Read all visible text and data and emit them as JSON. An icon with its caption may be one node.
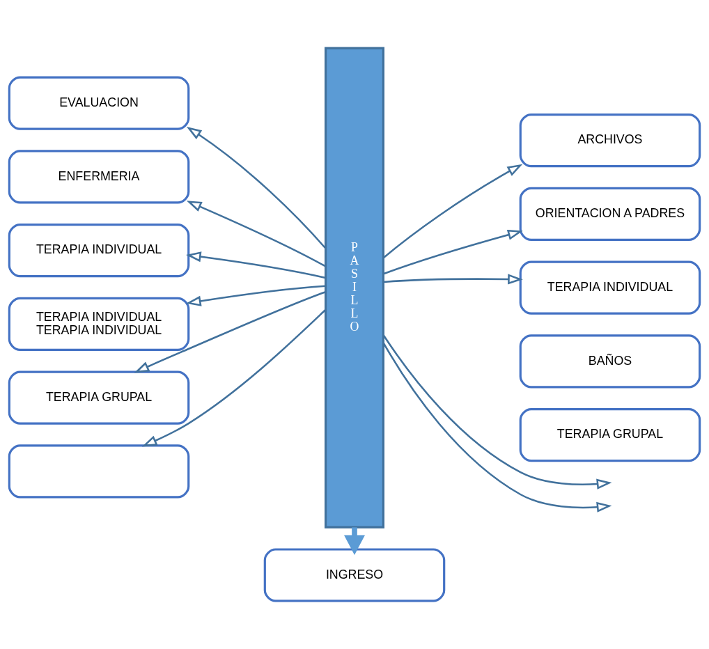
{
  "diagram": {
    "nodes": [
      {
        "text": [
          "INGRESO"
        ]
      },
      {
        "text": [
          "P A S I L L O"
        ]
      },
      {
        "text": [
          "EVALUACION"
        ]
      },
      {
        "text": [
          "ARCHIVOS"
        ]
      },
      {
        "text": [
          "ENFERMERIA"
        ]
      },
      {
        "text": [
          "ORIENTACION A PADRES"
        ]
      },
      {
        "text": [
          "TERAPIA INDIVIDUAL"
        ]
      },
      {
        "text": [
          "TERAPIA INDIVIDUAL"
        ]
      },
      {
        "text": [
          "TERAPIA INDIVIDUAL",
          "TERAPIA INDIVIDUAL"
        ]
      },
      {
        "text": [
          "BAÑOS"
        ]
      },
      {
        "text": [
          "TERAPIA GRUPAL"
        ]
      },
      {
        "text": [
          "TERAPIA GRUPAL"
        ]
      },
      {
        "text": [],
        "shape": "box"
      }
    ],
    "edges": [
      {
        "from": 1,
        "to": 0,
        "arrow": "to",
        "style": "thick"
      },
      {
        "from": 1,
        "to": 2,
        "arrow": "to"
      },
      {
        "from": 1,
        "to": 4,
        "arrow": "to"
      },
      {
        "from": 1,
        "to": 6,
        "arrow": "to"
      },
      {
        "from": 1,
        "to": 8,
        "arrow": "to"
      },
      {
        "from": 1,
        "to": 11,
        "arrow": "to"
      },
      {
        "from": 1,
        "to": 12,
        "arrow": "to"
      },
      {
        "from": 1,
        "to": 3,
        "arrow": "to"
      },
      {
        "from": 1,
        "to": 5,
        "arrow": "to"
      },
      {
        "from": 1,
        "to": 7,
        "arrow": "to"
      },
      {
        "from": 1,
        "to": null,
        "arrow": "to"
      },
      {
        "from": 1,
        "to": null,
        "arrow": "to"
      }
    ]
  }
}
